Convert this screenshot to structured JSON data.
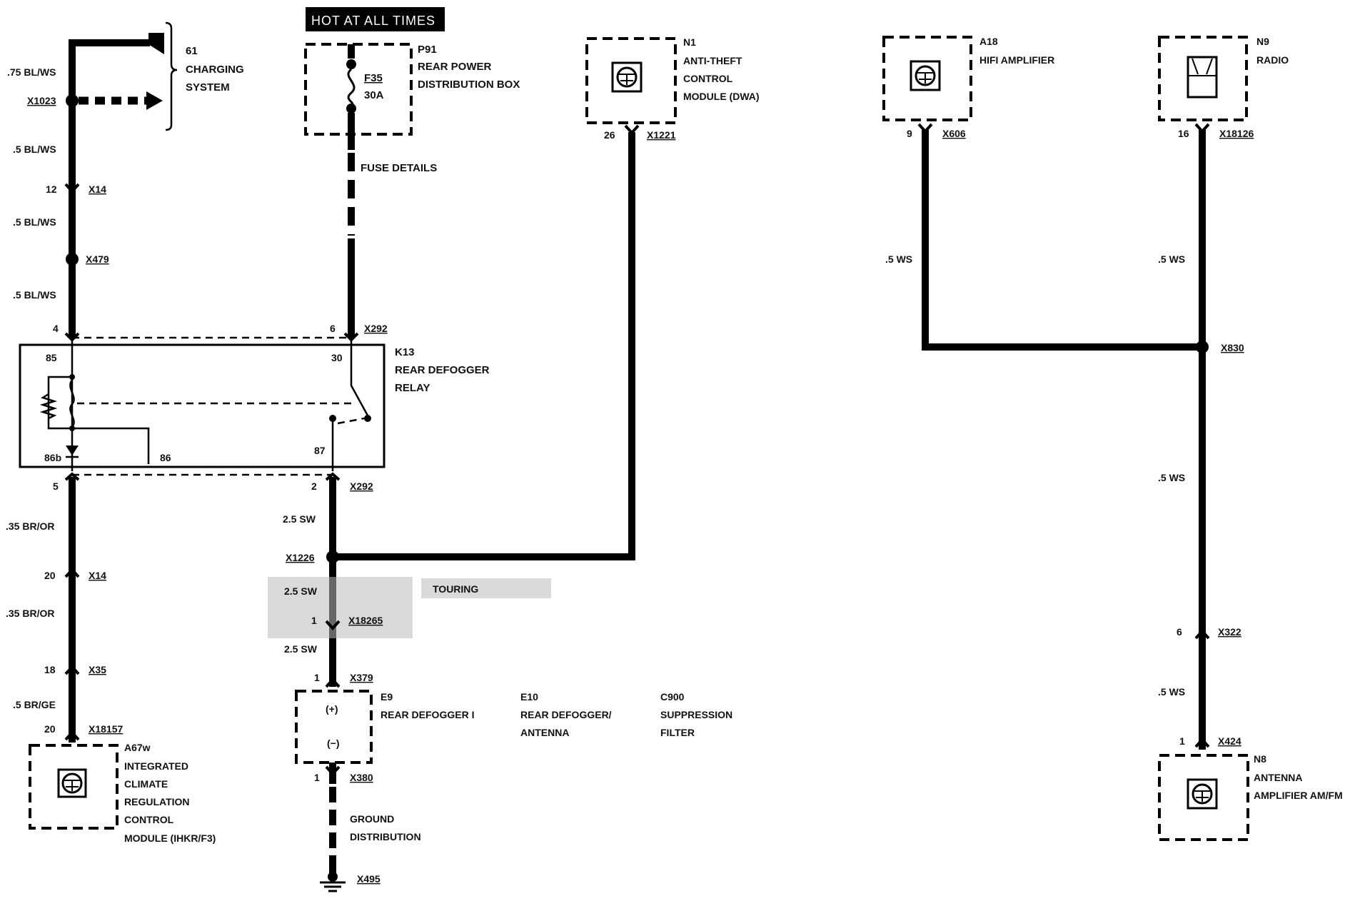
{
  "hot_banner": "HOT AT ALL TIMES",
  "charging": {
    "number": "61",
    "line1": "CHARGING",
    "line2": "SYSTEM"
  },
  "p91": {
    "id": "P91",
    "line1": "REAR POWER",
    "line2": "DISTRIBUTION BOX",
    "fuse": "F35",
    "amps": "30A"
  },
  "fuse_details": "FUSE DETAILS",
  "n1": {
    "id": "N1",
    "line1": "ANTI-THEFT",
    "line2": "CONTROL",
    "line3": "MODULE (DWA)",
    "pin": "26",
    "conn": "X1221"
  },
  "a18": {
    "id": "A18",
    "line1": "HIFI AMPLIFIER",
    "pin": "9",
    "conn": "X606"
  },
  "n9": {
    "id": "N9",
    "line1": "RADIO",
    "pin": "16",
    "conn": "X18126"
  },
  "left_wires": {
    "w1": ".75 BL/WS",
    "x1023": "X1023",
    "w2": ".5 BL/WS",
    "pin12": "12",
    "x14a": "X14",
    "w3": ".5 BL/WS",
    "x479": "X479",
    "w4": ".5 BL/WS",
    "pin4": "4",
    "pin6": "6",
    "x292a": "X292",
    "pin5": "5",
    "pin2": "2",
    "x292b": "X292",
    "w5": ".35 BR/OR",
    "pin20a": "20",
    "x14b": "X14",
    "w6": ".35 BR/OR",
    "pin18": "18",
    "x35": "X35",
    "w7": ".5 BR/GE",
    "pin20b": "20",
    "x18157": "X18157"
  },
  "k13": {
    "id": "K13",
    "line1": "REAR DEFOGGER",
    "line2": "RELAY",
    "t85": "85",
    "t30": "30",
    "t86b": "86b",
    "t86": "86",
    "t87": "87"
  },
  "a67w": {
    "id": "A67w",
    "line1": "INTEGRATED",
    "line2": "CLIMATE",
    "line3": "REGULATION",
    "line4": "CONTROL",
    "line5": "MODULE (IHKR/F3)"
  },
  "center_wires": {
    "w1": "2.5 SW",
    "x1226": "X1226",
    "w2": "2.5 SW",
    "pin1a": "1",
    "x18265": "X18265",
    "touring": "TOURING",
    "w3": "2.5 SW",
    "pin1b": "1",
    "x379": "X379",
    "pin1c": "1",
    "x380": "X380"
  },
  "e9": {
    "id": "E9",
    "line1": "REAR DEFOGGER I",
    "plus": "(+)",
    "minus": "(−)"
  },
  "e10": {
    "id": "E10",
    "line1": "REAR DEFOGGER/",
    "line2": "ANTENNA"
  },
  "c900": {
    "id": "C900",
    "line1": "SUPPRESSION",
    "line2": "FILTER"
  },
  "ground": {
    "line1": "GROUND",
    "line2": "DISTRIBUTION",
    "conn": "X495"
  },
  "right_wires": {
    "w1": ".5 WS",
    "w2": ".5 WS",
    "x830": "X830",
    "w3": ".5 WS",
    "pin6": "6",
    "x322": "X322",
    "w4": ".5 WS",
    "pin1": "1",
    "x424": "X424"
  },
  "n8": {
    "id": "N8",
    "line1": "ANTENNA",
    "line2": "AMPLIFIER AM/FM"
  }
}
